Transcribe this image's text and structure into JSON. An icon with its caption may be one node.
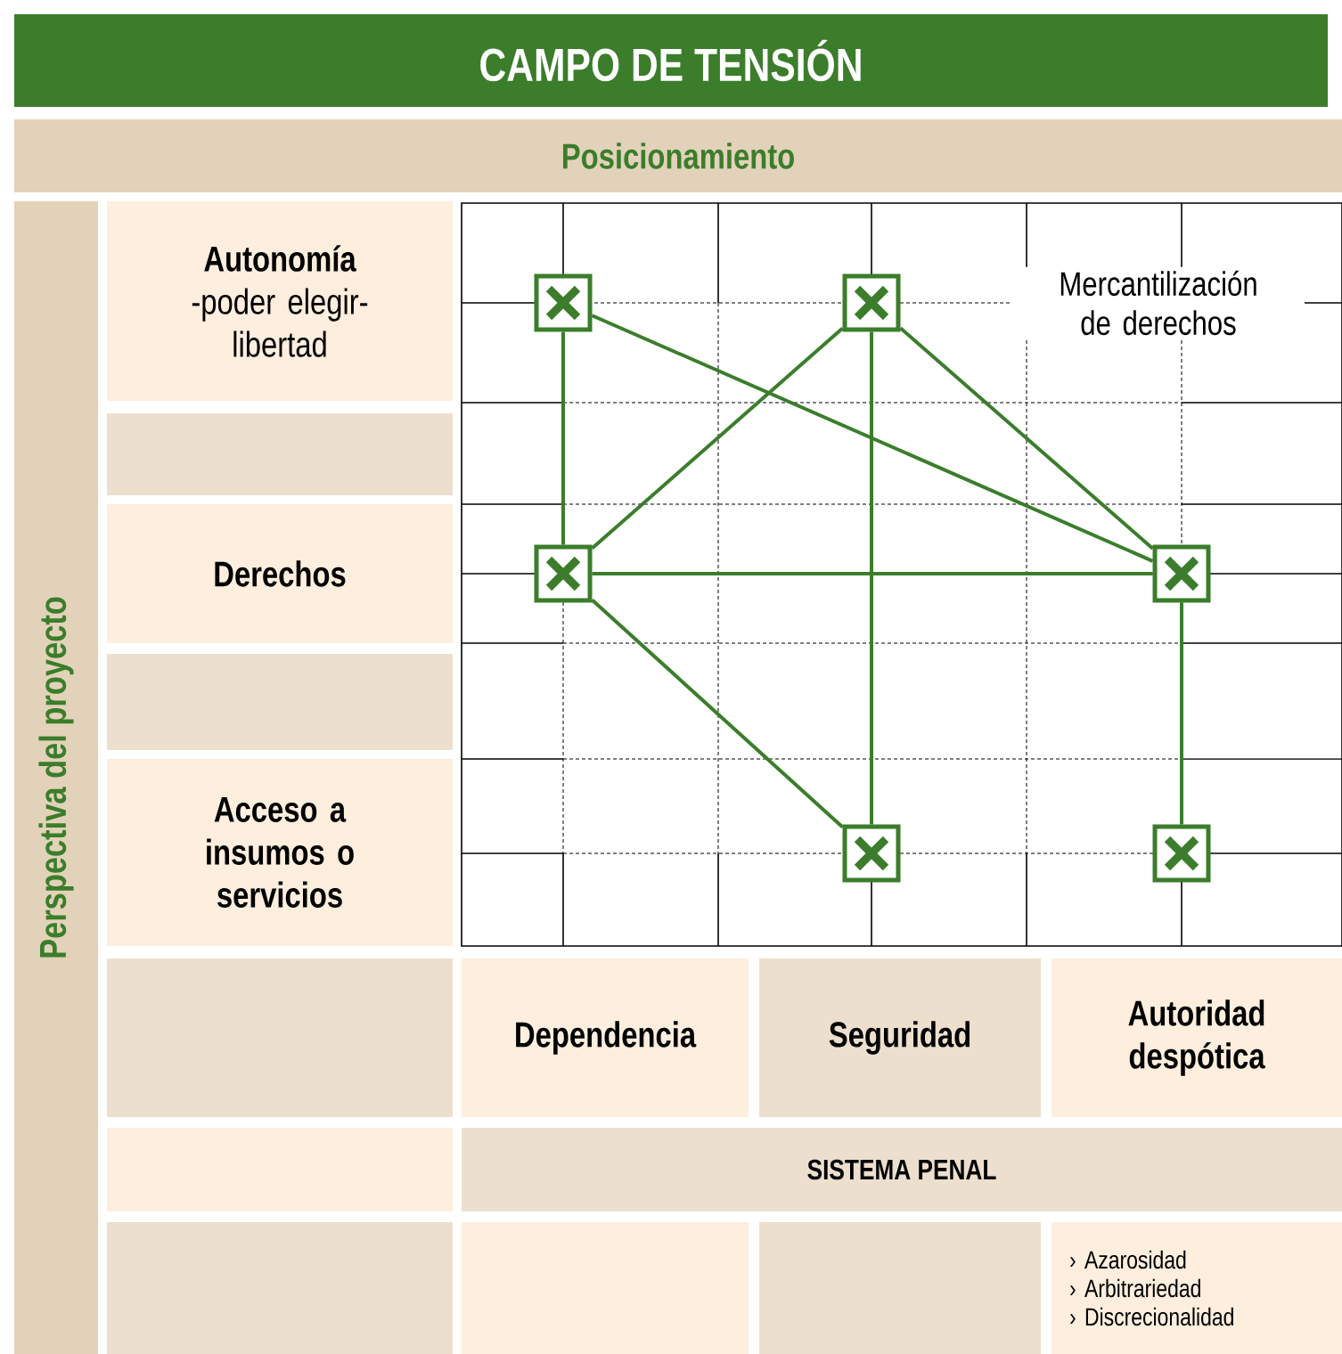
{
  "diagram": {
    "title": "CAMPO DE TENSIÓN",
    "nodes": [
      {
        "text": [
          "Posicionamiento"
        ]
      },
      {
        "text": [
          "Perspectiva del proyecto"
        ]
      },
      {
        "text": [
          "Autonomía",
          "-poder elegir- libertad"
        ]
      },
      {
        "text": [],
        "shape": "box"
      },
      {
        "text": [
          "Derechos"
        ]
      },
      {
        "text": [],
        "shape": "box"
      },
      {
        "text": [
          "Acceso a insumos o servicios"
        ]
      },
      {
        "text": [],
        "shape": "box"
      },
      {
        "text": [],
        "shape": "box"
      },
      {
        "text": [],
        "shape": "box"
      },
      {
        "text": [],
        "shape": "box"
      },
      {
        "text": [],
        "shape": "box"
      },
      {
        "text": [],
        "shape": "box"
      },
      {
        "text": [],
        "shape": "box"
      },
      {
        "text": [
          "Dependencia"
        ]
      },
      {
        "text": [
          "Seguridad"
        ]
      },
      {
        "text": [
          "Autoridad despótica"
        ]
      },
      {
        "text": [],
        "shape": "box"
      },
      {
        "text": [
          "SISTEMA PENAL"
        ]
      },
      {
        "text": [],
        "shape": "box"
      },
      {
        "text": [],
        "shape": "box"
      },
      {
        "text": [],
        "shape": "box"
      },
      {
        "text": [
          "› Azarosidad",
          "› Arbitrariedad",
          "› Discrecionalidad"
        ]
      }
    ],
    "edges": [
      {
        "from": 7,
        "to": 9,
        "arrow": "none"
      },
      {
        "from": 7,
        "to": 10,
        "arrow": "none"
      },
      {
        "from": 8,
        "to": 9,
        "arrow": "none"
      },
      {
        "from": 8,
        "to": 11,
        "arrow": "none"
      },
      {
        "from": 8,
        "to": 10,
        "arrow": "none"
      },
      {
        "from": 9,
        "to": 10,
        "arrow": "none"
      },
      {
        "from": 9,
        "to": 11,
        "arrow": "none"
      },
      {
        "from": 10,
        "to": 12,
        "arrow": "none"
      }
    ],
    "labels": [
      "Mercantilización de derechos"
    ]
  }
}
